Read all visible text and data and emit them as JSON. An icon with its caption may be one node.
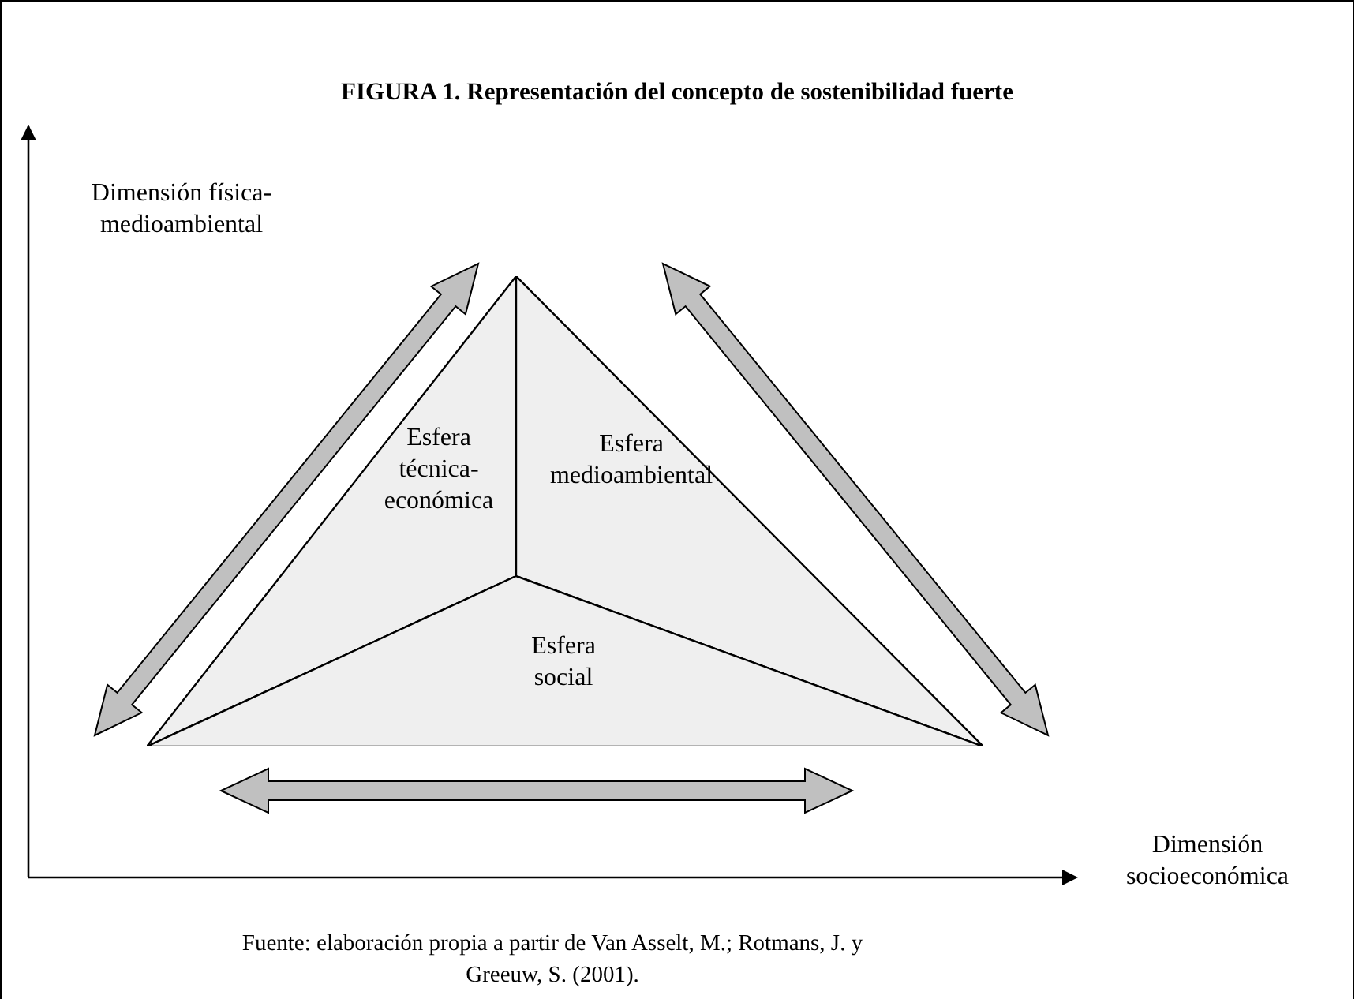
{
  "diagram": {
    "title": "FIGURA 1. Representación del concepto de sostenibilidad fuerte",
    "nodes": [
      {
        "text": [
          "Esfera técnica-económica"
        ]
      },
      {
        "text": [
          "Esfera medioambiental"
        ]
      },
      {
        "text": [
          "Esfera social"
        ]
      }
    ],
    "edges": [],
    "labels": [
      "Dimensión física-medioambiental",
      "Dimensión socioeconómica"
    ],
    "caption": "Fuente: elaboración propia a partir de Van Asselt, M.; Rotmans, J. y Greeuw, S. (2001)."
  }
}
